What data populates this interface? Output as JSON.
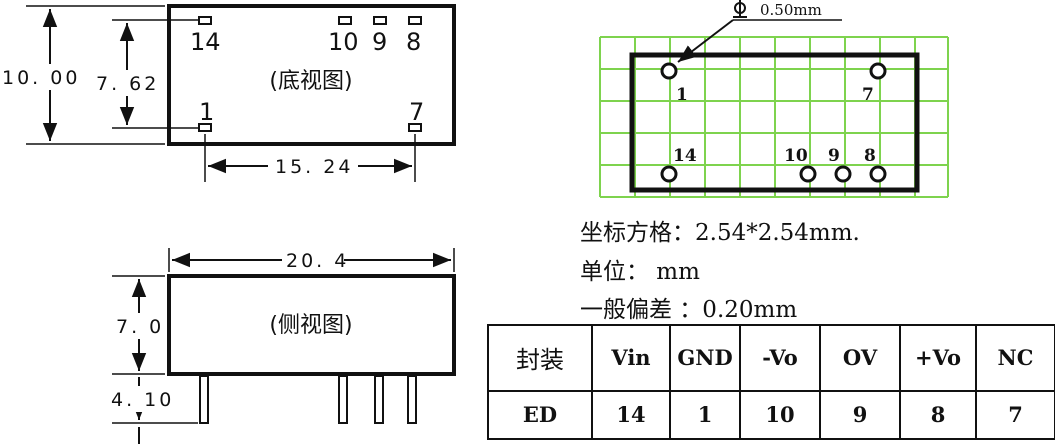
{
  "bottom_view": {
    "caption": "(底视图)",
    "dim_height_outer": "10. 00",
    "dim_height_inner": "7. 62",
    "dim_width": "15. 24",
    "pins": {
      "p14": "14",
      "p10": "10",
      "p9": "9",
      "p8": "8",
      "p1": "1",
      "p7": "7"
    }
  },
  "side_view": {
    "caption": "(侧视图)",
    "dim_length": "20. 4",
    "dim_height": "7. 0",
    "dim_lead": "4. 10"
  },
  "grid_view": {
    "hole_dia": "0.50mm",
    "pins": {
      "p1": "1",
      "p7": "7",
      "p14": "14",
      "p10": "10",
      "p9": "9",
      "p8": "8"
    },
    "colors": {
      "grid": "#7ed34e",
      "outline": "#111111"
    }
  },
  "info": {
    "grid_spacing": "坐标方格：2.54*2.54mm.",
    "unit": "单位： mm",
    "tolerance": "一般偏差 ：0.20mm"
  },
  "pin_table": {
    "header": [
      "封装",
      "Vin",
      "GND",
      "-Vo",
      "OV",
      "+Vo",
      "NC"
    ],
    "row": [
      "ED",
      "14",
      "1",
      "10",
      "9",
      "8",
      "7"
    ]
  }
}
